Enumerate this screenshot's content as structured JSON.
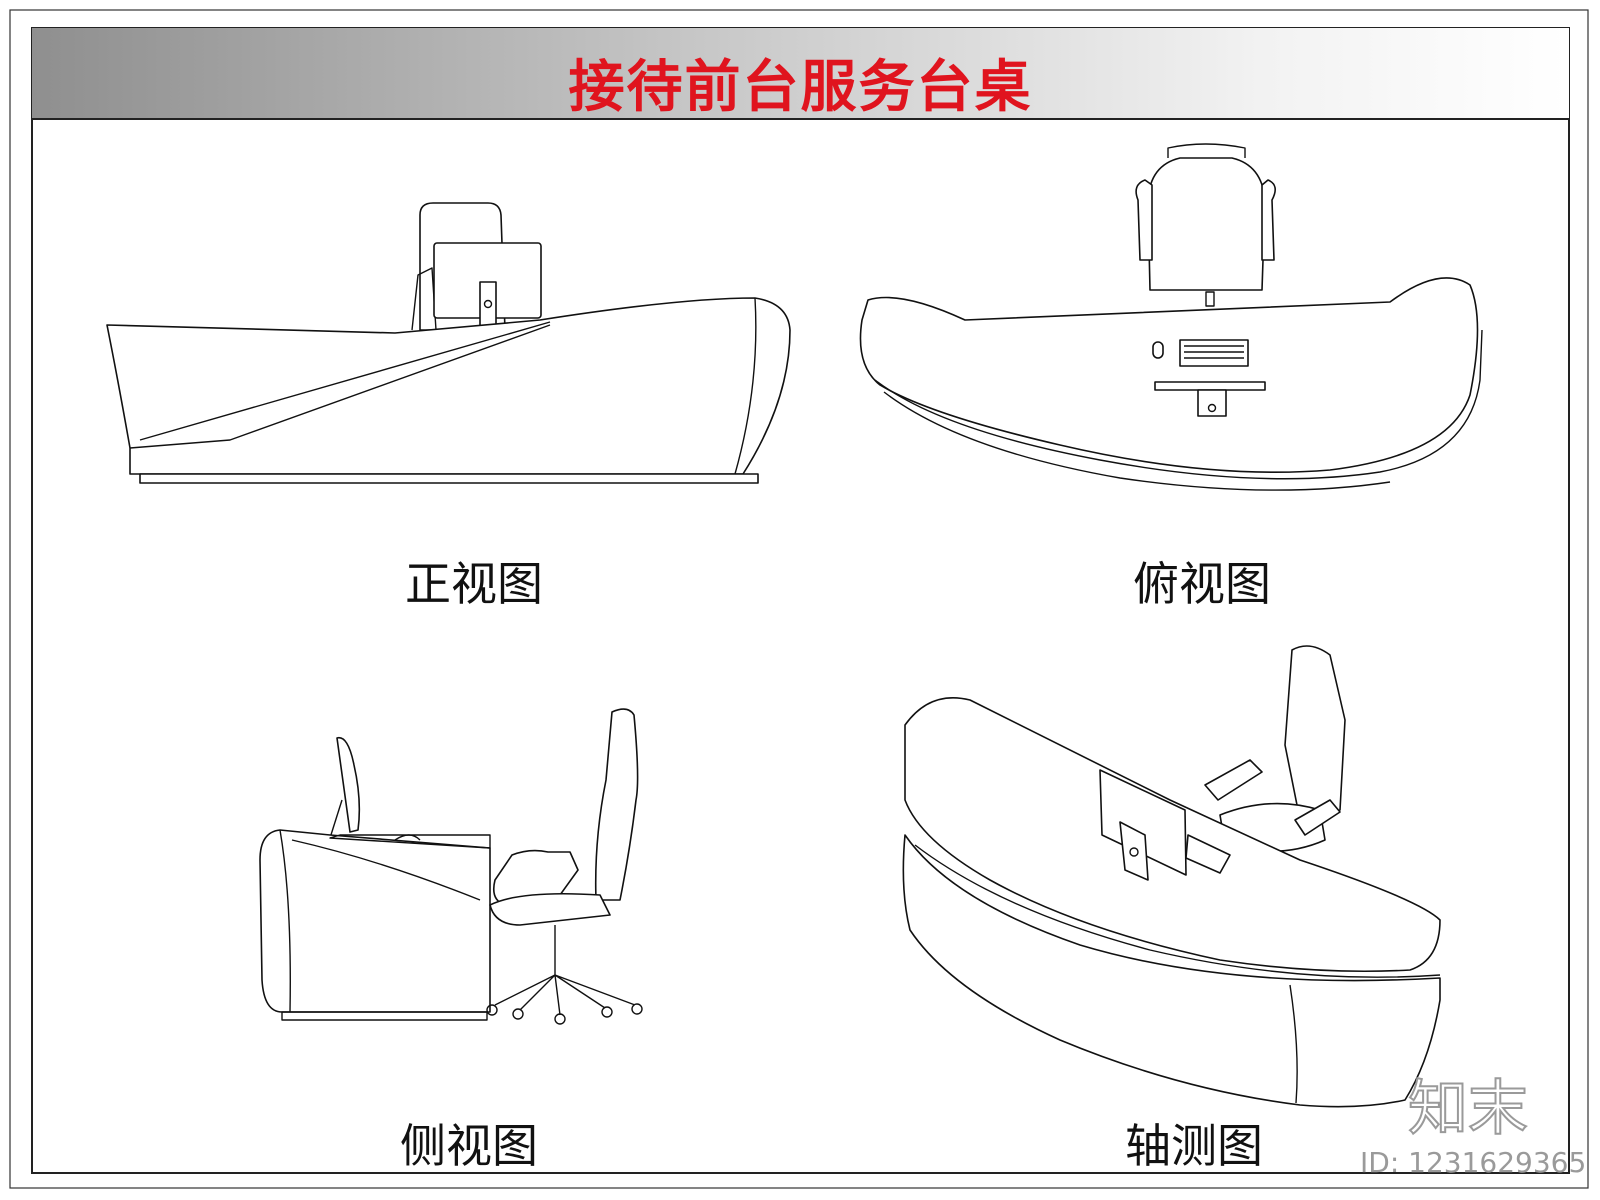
{
  "title": "接待前台服务台桌",
  "views": {
    "front": "正视图",
    "top": "俯视图",
    "side": "侧视图",
    "axonometric": "轴测图"
  },
  "watermark": {
    "brand": "知末",
    "id_text": "ID: 1231629365"
  },
  "colors": {
    "title": "#e0141e",
    "line": "#111111",
    "watermark": "#9a9a9a"
  }
}
